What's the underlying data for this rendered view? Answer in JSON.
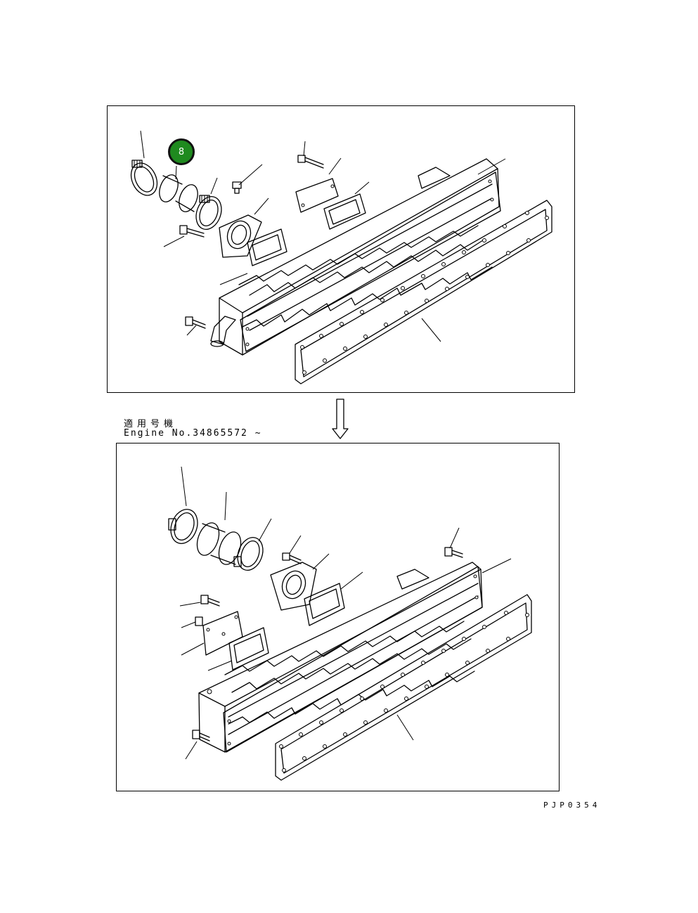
{
  "serial_note": {
    "label_jp": "適用号機",
    "label_en": "Engine No.34865572 ~"
  },
  "callouts": [
    {
      "number": "8",
      "color": "#1f8a1f"
    }
  ],
  "drawing_code": "PJP0354"
}
